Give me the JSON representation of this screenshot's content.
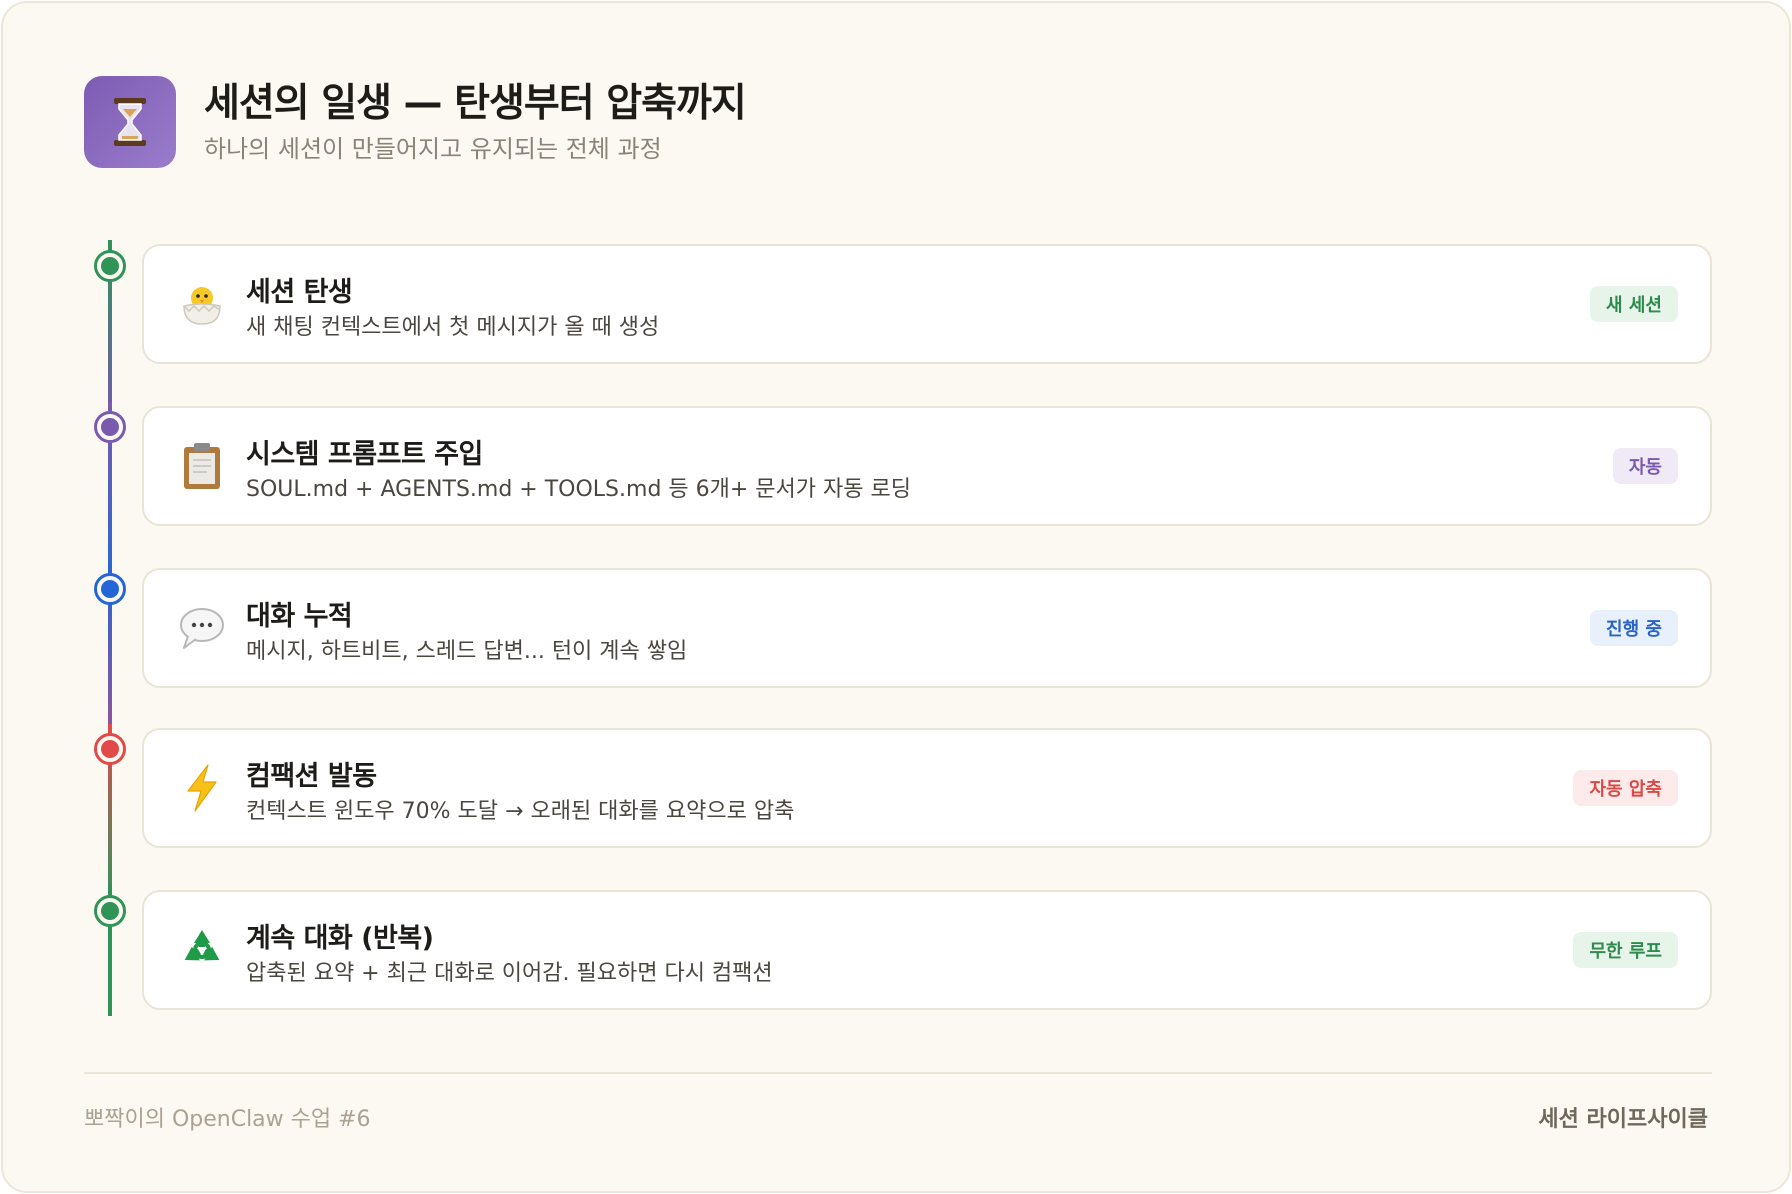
{
  "header": {
    "icon": "hourglass-icon",
    "title": "세션의 일생 — 탄생부터 압축까지",
    "subtitle": "하나의 세션이 만들어지고 유지되는 전체 과정"
  },
  "steps": [
    {
      "icon": "hatching-chick-icon",
      "title": "세션 탄생",
      "desc": "새 채팅 컨텍스트에서 첫 메시지가 올 때 생성",
      "badge": "새 세션",
      "color": "#2f9456",
      "badge_bg": "#e6f4e9",
      "badge_fg": "#2f8a4f"
    },
    {
      "icon": "clipboard-icon",
      "title": "시스템 프롬프트 주입",
      "desc": "SOUL.md + AGENTS.md + TOOLS.md 등 6개+ 문서가 자동 로딩",
      "badge": "자동",
      "color": "#7a5aae",
      "badge_bg": "#efeaf5",
      "badge_fg": "#7a5aae"
    },
    {
      "icon": "speech-bubble-icon",
      "title": "대화 누적",
      "desc": "메시지, 하트비트, 스레드 답변... 턴이 계속 쌓임",
      "badge": "진행 중",
      "color": "#2466d8",
      "badge_bg": "#e7f0fb",
      "badge_fg": "#2a64c4"
    },
    {
      "icon": "lightning-icon",
      "title": "컴팩션 발동",
      "desc": "컨텍스트 윈도우 70% 도달 → 오래된 대화를 요약으로 압축",
      "badge": "자동 압축",
      "color": "#e24a4a",
      "badge_bg": "#fcebea",
      "badge_fg": "#d94a44"
    },
    {
      "icon": "recycle-icon",
      "title": "계속 대화 (반복)",
      "desc": "압축된 요약 + 최근 대화로 이어감. 필요하면 다시 컴팩션",
      "badge": "무한 루프",
      "color": "#2f9456",
      "badge_bg": "#e6f4e9",
      "badge_fg": "#2f8a4f"
    }
  ],
  "footer": {
    "left": "뽀짝이의 OpenClaw 수업 #6",
    "right": "세션 라이프사이클"
  }
}
